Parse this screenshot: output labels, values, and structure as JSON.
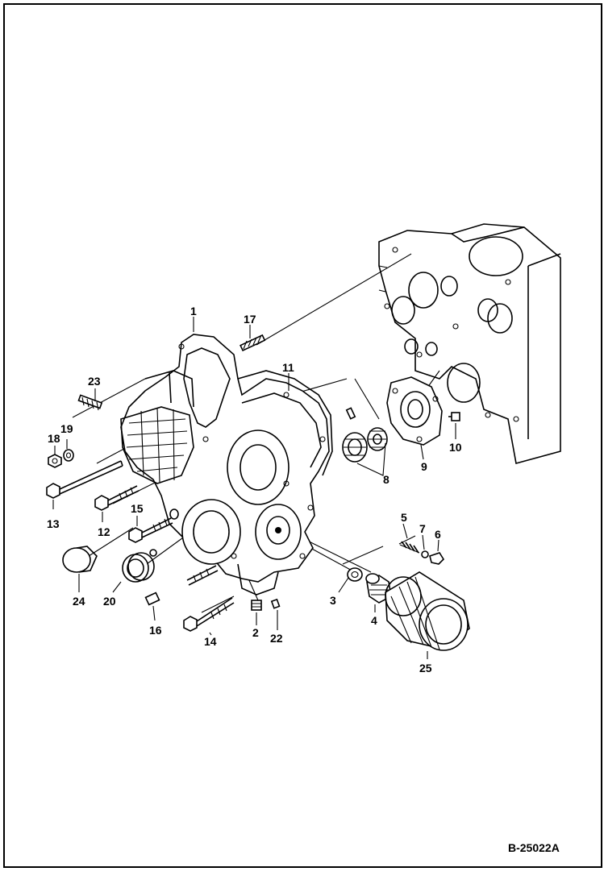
{
  "figure_ref": "B-25022A",
  "callouts": [
    {
      "id": "c1",
      "text": "1"
    },
    {
      "id": "c2",
      "text": "2"
    },
    {
      "id": "c3",
      "text": "3"
    },
    {
      "id": "c4",
      "text": "4"
    },
    {
      "id": "c5",
      "text": "5"
    },
    {
      "id": "c6",
      "text": "6"
    },
    {
      "id": "c7",
      "text": "7"
    },
    {
      "id": "c8",
      "text": "8"
    },
    {
      "id": "c9",
      "text": "9"
    },
    {
      "id": "c10",
      "text": "10"
    },
    {
      "id": "c11",
      "text": "11"
    },
    {
      "id": "c12",
      "text": "12"
    },
    {
      "id": "c13",
      "text": "13"
    },
    {
      "id": "c14",
      "text": "14"
    },
    {
      "id": "c15",
      "text": "15"
    },
    {
      "id": "c16",
      "text": "16"
    },
    {
      "id": "c17",
      "text": "17"
    },
    {
      "id": "c18",
      "text": "18"
    },
    {
      "id": "c19",
      "text": "19"
    },
    {
      "id": "c20",
      "text": "20"
    },
    {
      "id": "c22",
      "text": "22"
    },
    {
      "id": "c23",
      "text": "23"
    },
    {
      "id": "c24",
      "text": "24"
    },
    {
      "id": "c25",
      "text": "25"
    }
  ]
}
